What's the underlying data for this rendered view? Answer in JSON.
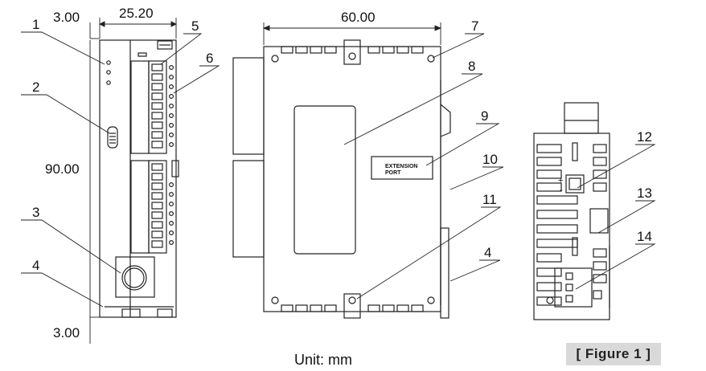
{
  "dimensions": {
    "top_offset": "3.00",
    "width_side": "25.20",
    "width_front": "60.00",
    "height": "90.00",
    "bottom_offset": "3.00"
  },
  "callouts": [
    "1",
    "2",
    "3",
    "4",
    "5",
    "6",
    "7",
    "8",
    "9",
    "10",
    "11",
    "4",
    "12",
    "13",
    "14"
  ],
  "port_label": {
    "line1": "EXTENSION",
    "line2": "PORT"
  },
  "unit_label": "Unit: mm",
  "figure_label": "[ Figure 1 ]",
  "symbols": {
    "plus": "+",
    "minus": "-"
  }
}
